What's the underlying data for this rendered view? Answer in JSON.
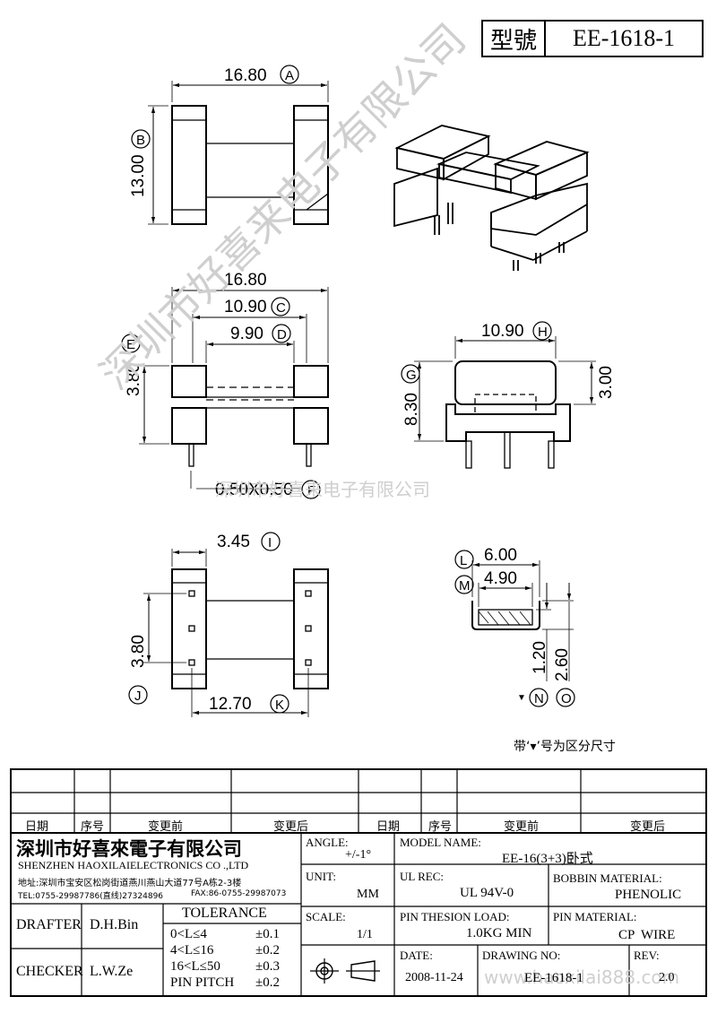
{
  "header": {
    "model_label": "型號",
    "model": "EE-1618-1"
  },
  "dims": {
    "A": "16.80",
    "B": "13.00",
    "width2": "16.80",
    "C": "10.90",
    "D": "9.90",
    "E": "3.80",
    "F": "0.50X0.50",
    "H": "10.90",
    "G": "8.30",
    "right_h": "3.00",
    "I": "3.45",
    "J": "3.80",
    "K": "12.70",
    "L": "6.00",
    "M": "4.90",
    "N": "1.20",
    "O": "2.60"
  },
  "letters": {
    "A": "A",
    "B": "B",
    "C": "C",
    "D": "D",
    "E": "E",
    "F": "F",
    "G": "G",
    "H": "H",
    "I": "I",
    "J": "J",
    "K": "K",
    "L": "L",
    "M": "M",
    "N": "N",
    "O": "O"
  },
  "note": "带‘▾’号为区分尺寸",
  "note_marker": "▼",
  "watermark": {
    "diag": "深圳市好喜来电子有限公司",
    "mid": "深圳市好喜来电子有限公司",
    "url": "www.haoxilai888.com"
  },
  "revision_table": {
    "headers": [
      "日期",
      "序号",
      "变更前",
      "变更后",
      "日期",
      "序号",
      "变更前",
      "变更后"
    ]
  },
  "company": {
    "name_cn": "深圳市好喜來電子有限公司",
    "name_en": "SHENZHEN HAOXILAIELECTRONICS CO .,LTD",
    "address": "地址:深圳市宝安区松岗街道燕川燕山大道77号A栋2-3楼",
    "tel": "TEL:0755-29987786(直线)27324896",
    "fax": "FAX:86-0755-29987073"
  },
  "fields": {
    "angle_label": "ANGLE:",
    "angle": "+/-1°",
    "model_name_label": "MODEL NAME:",
    "model_name": "EE-16(3+3)卧式",
    "unit_label": "UNIT:",
    "unit": "MM",
    "ul_label": "UL REC:",
    "ul": "UL 94V-0",
    "bobbin_label": "BOBBIN MATERIAL:",
    "bobbin": "PHENOLIC",
    "scale_label": "SCALE:",
    "scale": "1/1",
    "pin_load_label": "PIN THESION LOAD:",
    "pin_load": "1.0KG MIN",
    "pin_mat_label": "PIN MATERIAL:",
    "pin_mat": "CP  WIRE",
    "date_label": "DATE:",
    "date": "2008-11-24",
    "drawing_label": "DRAWING NO:",
    "drawing": "EE-1618-1",
    "rev_label": "REV:",
    "rev": "2.0"
  },
  "signoff": {
    "drafter_label": "DRAFTER",
    "drafter": "D.H.Bin",
    "checker_label": "CHECKER",
    "checker": "L.W.Ze"
  },
  "tolerance": {
    "title": "TOLERANCE",
    "rows": [
      {
        "range": "0<L≤4",
        "tol": "±0.1"
      },
      {
        "range": "4<L≤16",
        "tol": "±0.2"
      },
      {
        "range": "16<L≤50",
        "tol": "±0.3"
      },
      {
        "range": "PIN PITCH",
        "tol": "±0.2"
      }
    ]
  }
}
